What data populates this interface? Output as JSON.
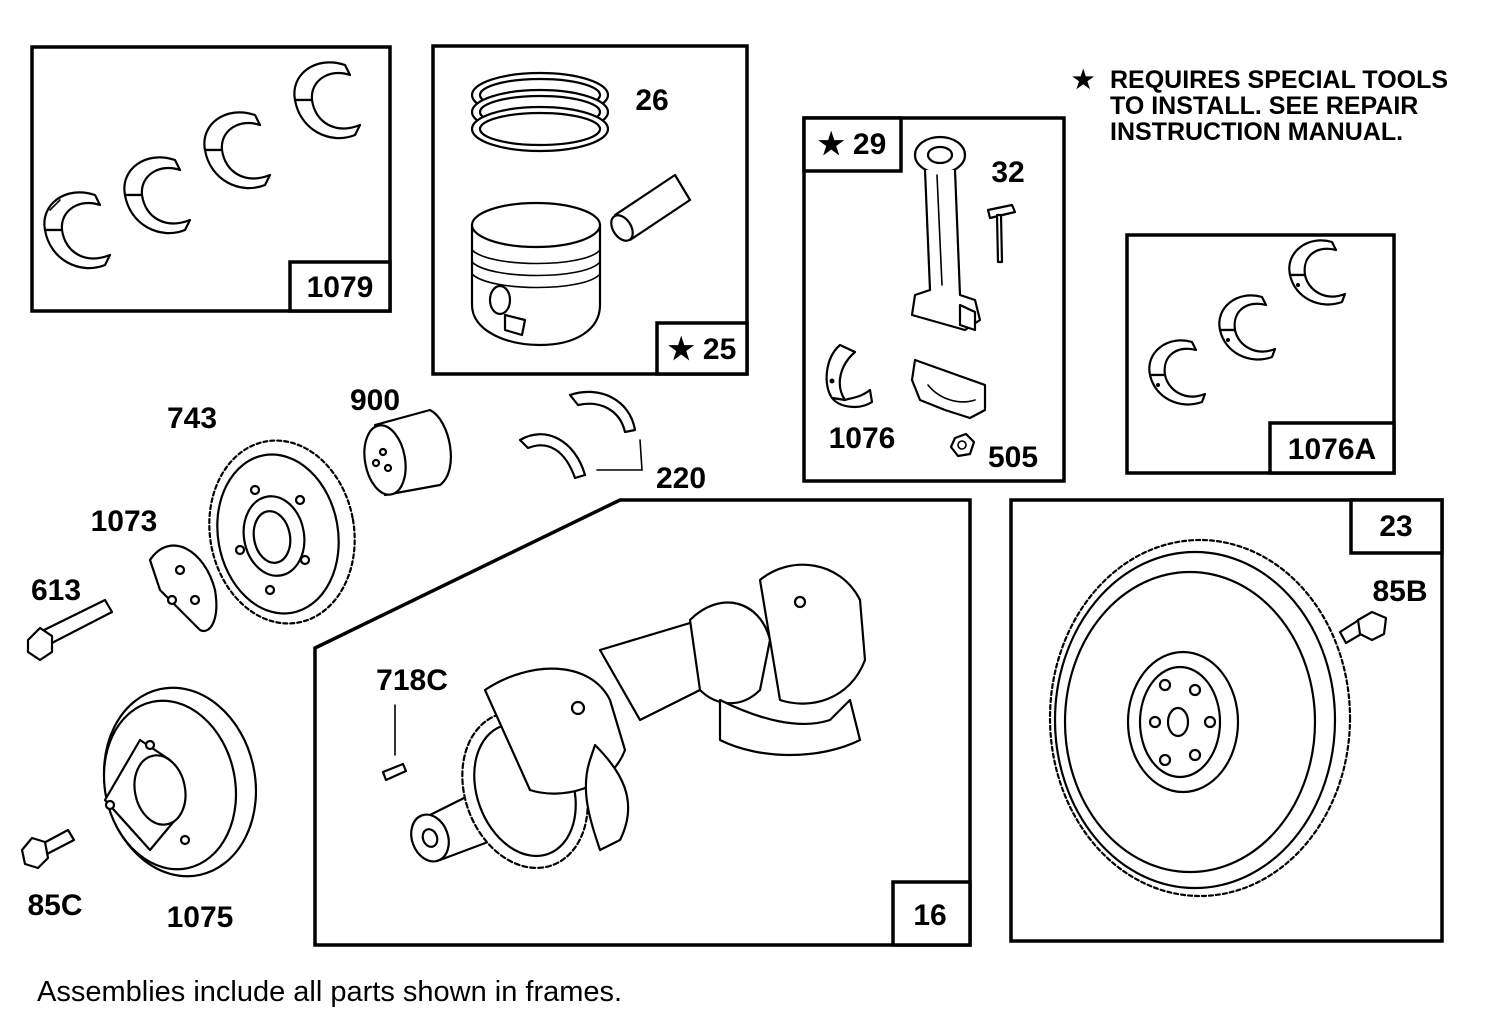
{
  "labels": {
    "l1079": "1079",
    "l26": "26",
    "l25": "★ 25",
    "l29": "★ 29",
    "l32": "32",
    "l1076": "1076",
    "l505": "505",
    "l1076a": "1076A",
    "l743": "743",
    "l900": "900",
    "l220": "220",
    "l1073": "1073",
    "l613": "613",
    "l718c": "718C",
    "l16": "16",
    "l23": "23",
    "l85b": "85B",
    "l85c": "85C",
    "l1075": "1075"
  },
  "note": {
    "star": "★",
    "line1": "REQUIRES SPECIAL TOOLS",
    "line2": "TO INSTALL.  SEE REPAIR",
    "line3": "INSTRUCTION MANUAL."
  },
  "caption": "Assemblies include all parts shown in frames."
}
